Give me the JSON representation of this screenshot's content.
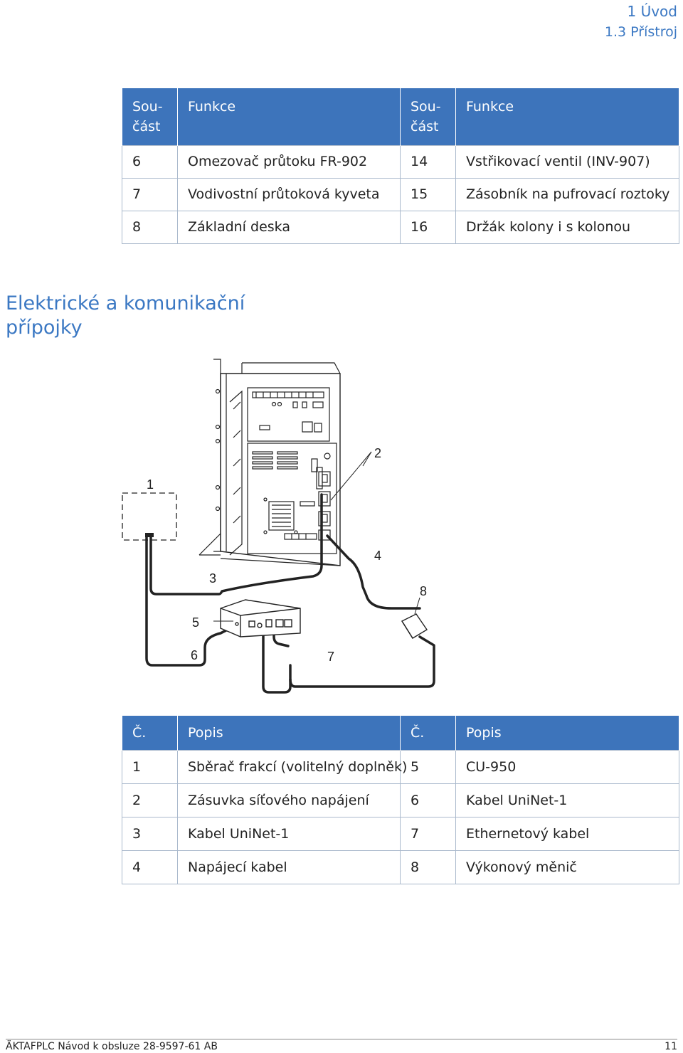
{
  "header": {
    "chapter": "1  Úvod",
    "section": "1.3  Přístroj"
  },
  "table_top": {
    "headers": [
      "Sou-\nčást",
      "Funkce",
      "Sou-\nčást",
      "Funkce"
    ],
    "rows": [
      [
        "6",
        "Omezovač průtoku FR-902",
        "14",
        "Vstřikovací ventil (INV-907)"
      ],
      [
        "7",
        "Vodivostní průtoková kyveta",
        "15",
        "Zásobník na pufrovací roztoky"
      ],
      [
        "8",
        "Základní deska",
        "16",
        "Držák kolony i s kolonou"
      ]
    ]
  },
  "section_title": "Elektrické a komunikační přípojky",
  "diagram": {
    "callouts": [
      "1",
      "2",
      "3",
      "4",
      "5",
      "6",
      "7",
      "8"
    ]
  },
  "table_bottom": {
    "headers": [
      "Č.",
      "Popis",
      "Č.",
      "Popis"
    ],
    "rows": [
      [
        "1",
        "Sběrač frakcí (volitelný doplněk)",
        "5",
        "CU-950"
      ],
      [
        "2",
        "Zásuvka síťového napájení",
        "6",
        "Kabel UniNet-1"
      ],
      [
        "3",
        "Kabel UniNet-1",
        "7",
        "Ethernetový kabel"
      ],
      [
        "4",
        "Napájecí kabel",
        "8",
        "Výkonový měnič"
      ]
    ]
  },
  "footer": {
    "left": "ÄKTAFPLC Návod k obsluze 28-9597-61 AB",
    "right": "11"
  }
}
